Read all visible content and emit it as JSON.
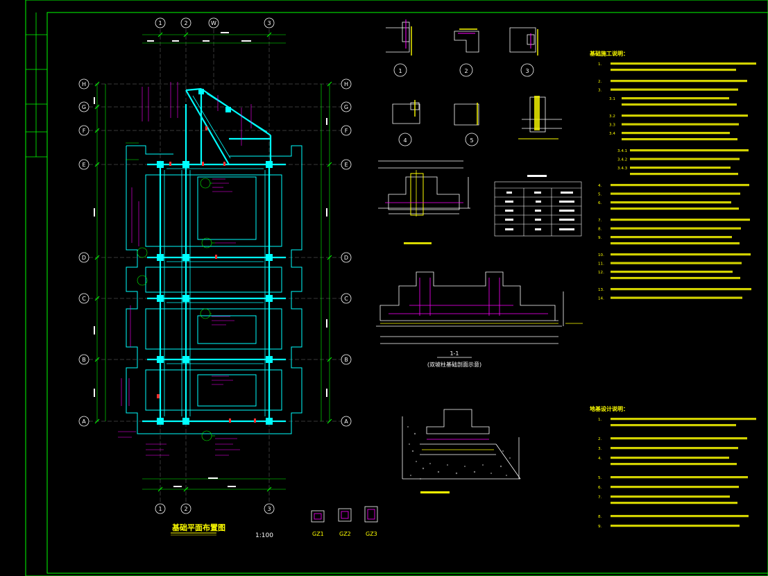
{
  "plan": {
    "title": "基础平面布置图",
    "scale": "1:100",
    "axes_top": [
      "1",
      "2",
      "W",
      "3"
    ],
    "axes_bottom": [
      "1",
      "2",
      "3"
    ],
    "axes_left": [
      "H",
      "G",
      "F",
      "E",
      "D",
      "C",
      "B",
      "A"
    ],
    "axes_right": [
      "H",
      "G",
      "F",
      "E",
      "D",
      "C",
      "B",
      "A"
    ]
  },
  "details": {
    "circle_labels": [
      "1",
      "2",
      "3",
      "4",
      "5"
    ],
    "section_label": "1-1",
    "section_sub": "(双坡柱基础剖面示意)",
    "col_labels": [
      "GZ1",
      "GZ2",
      "GZ3"
    ]
  },
  "notes": {
    "heading_1": "基础施工说明：",
    "heading_2": "地基设计说明：",
    "lines_1": [
      "1.",
      "2.",
      "3.",
      "3.1",
      "3.2",
      "3.3",
      "3.4",
      "3.4.1",
      "3.4.2",
      "3.4.3",
      "4.",
      "5.",
      "6.",
      "7.",
      "8.",
      "9.",
      "10.",
      "11.",
      "12.",
      "13.",
      "14."
    ],
    "lines_2": [
      "1.",
      "2.",
      "3.",
      "4.",
      "5.",
      "6.",
      "7.",
      "8.",
      "9."
    ]
  },
  "colors": {
    "background": "#000000",
    "frame": "#00ff00",
    "wall": "#00ffff",
    "dimension": "#00ff00",
    "text": "#ffff00",
    "highlight": "#ff00ff",
    "marker": "#ff3030",
    "grid_bubble": "#ffffff"
  }
}
